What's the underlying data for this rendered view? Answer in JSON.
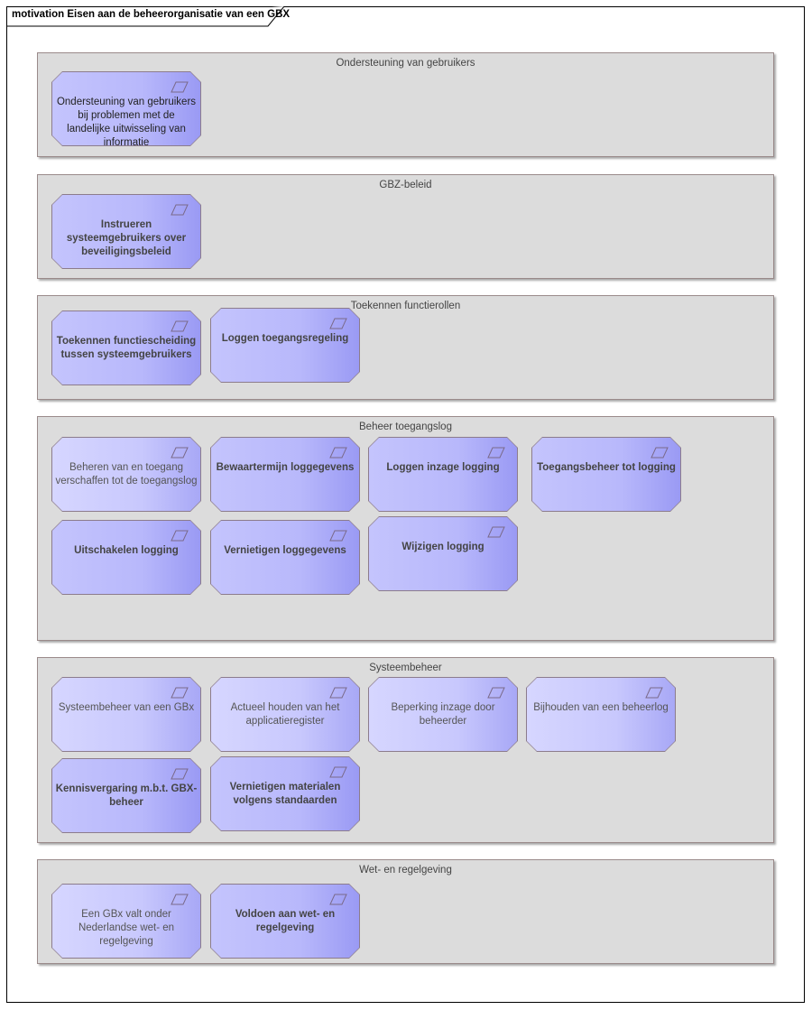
{
  "title": "motivation Eisen aan de beheerorganisatie van een GBX",
  "groups": [
    {
      "label": "Ondersteuning van gebruikers",
      "items": [
        "Ondersteuning van gebruikers bij problemen met de landelijke uitwisseling van informatie"
      ]
    },
    {
      "label": "GBZ-beleid",
      "items": [
        "Instrueren systeemgebruikers over beveiligingsbeleid"
      ]
    },
    {
      "label": "Toekennen functierollen",
      "items": [
        "Toekennen functiescheiding tussen systeemgebruikers",
        "Loggen toegangsregeling"
      ]
    },
    {
      "label": "Beheer toegangslog",
      "items": [
        "Beheren van en toegang verschaffen tot de toegangslog",
        "Bewaartermijn loggegevens",
        "Loggen inzage logging",
        "Toegangsbeheer tot logging",
        "Uitschakelen logging",
        "Vernietigen loggegevens",
        "Wijzigen logging"
      ]
    },
    {
      "label": "Systeembeheer",
      "items": [
        "Systeembeheer van een GBx",
        "Actueel houden van het applicatieregister",
        "Beperking inzage door beheerder",
        "Bijhouden van een beheerlog",
        "Kennisvergaring m.b.t. GBX-beheer",
        "Vernietigen materialen volgens standaarden"
      ]
    },
    {
      "label": "Wet- en regelgeving",
      "items": [
        "Een GBx valt onder Nederlandse wet- en regelgeving",
        "Voldoen aan wet- en regelgeving"
      ]
    }
  ]
}
